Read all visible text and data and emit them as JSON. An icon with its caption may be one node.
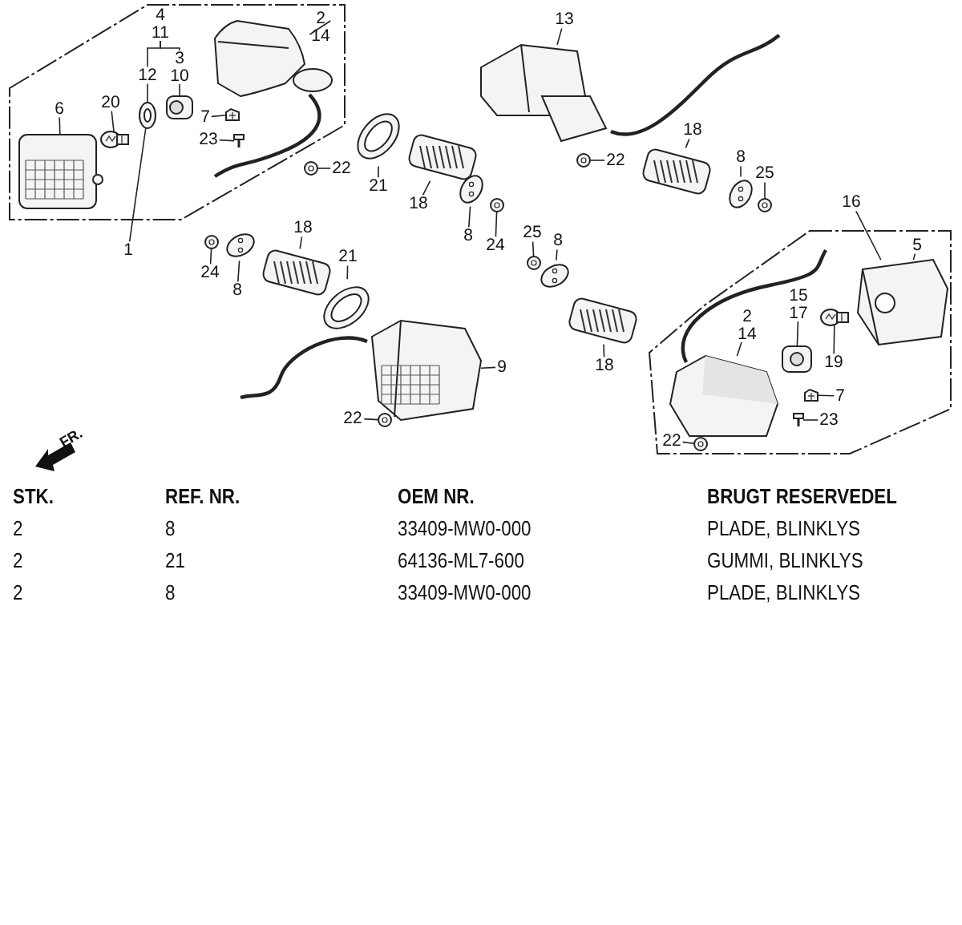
{
  "diagram": {
    "nodes": [
      {
        "text": [
          "4",
          "11"
        ],
        "in": 69
      },
      {
        "text": [
          "12"
        ],
        "in": 69
      },
      {
        "text": [
          "3",
          "10"
        ],
        "in": 69
      },
      {
        "text": [
          "2",
          "14"
        ],
        "in": 69
      },
      {
        "text": [
          "6"
        ],
        "in": 69
      },
      {
        "text": [
          "20"
        ],
        "in": 69
      },
      {
        "text": [
          "7"
        ],
        "in": 69
      },
      {
        "text": [
          "23"
        ],
        "in": 69
      },
      {
        "text": [
          "1"
        ]
      },
      {
        "text": [
          "22"
        ]
      },
      {
        "text": [
          "21"
        ]
      },
      {
        "text": [
          "18"
        ]
      },
      {
        "text": [
          "8"
        ]
      },
      {
        "text": [
          "24"
        ]
      },
      {
        "text": [
          "13"
        ]
      },
      {
        "text": [
          "22"
        ]
      },
      {
        "text": [
          "18"
        ]
      },
      {
        "text": [
          "8"
        ]
      },
      {
        "text": [
          "25"
        ]
      },
      {
        "text": [
          "18"
        ]
      },
      {
        "text": [
          "24"
        ]
      },
      {
        "text": [
          "8"
        ]
      },
      {
        "text": [
          "21"
        ]
      },
      {
        "text": [
          "9"
        ]
      },
      {
        "text": [
          "22"
        ]
      },
      {
        "text": [
          "25"
        ]
      },
      {
        "text": [
          "8"
        ]
      },
      {
        "text": [
          "18"
        ]
      },
      {
        "text": [
          "16"
        ]
      },
      {
        "text": [
          "5"
        ],
        "in": 70
      },
      {
        "text": [
          "15",
          "17"
        ],
        "in": 70
      },
      {
        "text": [
          "2",
          "14"
        ],
        "in": 70
      },
      {
        "text": [
          "19"
        ],
        "in": 70
      },
      {
        "text": [
          "7"
        ],
        "in": 70
      },
      {
        "text": [
          "23"
        ],
        "in": 70
      },
      {
        "text": [
          "22"
        ],
        "in": 70
      },
      {
        "text": [],
        "shape": "picture",
        "in": 69
      },
      {
        "text": [],
        "shape": "picture",
        "in": 69
      },
      {
        "text": [],
        "shape": "picture",
        "in": 69
      },
      {
        "text": [],
        "shape": "picture",
        "in": 69
      },
      {
        "text": [],
        "shape": "picture",
        "in": 69
      },
      {
        "text": [],
        "shape": "picture",
        "in": 69
      },
      {
        "text": [],
        "shape": "picture",
        "in": 69
      },
      {
        "text": [],
        "shape": "picture"
      },
      {
        "text": [],
        "shape": "picture"
      },
      {
        "text": [],
        "shape": "picture"
      },
      {
        "text": [],
        "shape": "picture"
      },
      {
        "text": [],
        "shape": "picture"
      },
      {
        "text": [],
        "shape": "picture"
      },
      {
        "text": [],
        "shape": "picture"
      },
      {
        "text": [],
        "shape": "picture"
      },
      {
        "text": [],
        "shape": "picture"
      },
      {
        "text": [],
        "shape": "picture"
      },
      {
        "text": [],
        "shape": "picture"
      },
      {
        "text": [],
        "shape": "picture"
      },
      {
        "text": [],
        "shape": "picture"
      },
      {
        "text": [],
        "shape": "picture"
      },
      {
        "text": [],
        "shape": "picture"
      },
      {
        "text": [],
        "shape": "picture"
      },
      {
        "text": [],
        "shape": "picture"
      },
      {
        "text": [],
        "shape": "picture"
      },
      {
        "text": [],
        "shape": "picture"
      },
      {
        "text": [],
        "shape": "picture",
        "in": 70
      },
      {
        "text": [],
        "shape": "picture",
        "in": 70
      },
      {
        "text": [],
        "shape": "picture",
        "in": 70
      },
      {
        "text": [],
        "shape": "picture",
        "in": 70
      },
      {
        "text": [],
        "shape": "picture",
        "in": 70
      },
      {
        "text": [],
        "shape": "picture",
        "in": 70
      },
      {
        "text": [],
        "shape": "picture",
        "in": 70
      },
      {
        "text": [],
        "shape": "box"
      },
      {
        "text": [],
        "shape": "box"
      }
    ],
    "edges": [
      {
        "from": 0,
        "to": 1,
        "arrow": "none"
      },
      {
        "from": 0,
        "to": 2,
        "arrow": "none"
      },
      {
        "from": 1,
        "to": 36,
        "arrow": "none"
      },
      {
        "from": 2,
        "to": 37,
        "arrow": "none"
      },
      {
        "from": 3,
        "to": 38,
        "arrow": "none"
      },
      {
        "from": 4,
        "to": 39,
        "arrow": "none"
      },
      {
        "from": 5,
        "to": 40,
        "arrow": "none"
      },
      {
        "from": 6,
        "to": 41,
        "arrow": "none"
      },
      {
        "from": 7,
        "to": 42,
        "arrow": "none"
      },
      {
        "from": 8,
        "to": 69,
        "arrow": "none"
      },
      {
        "from": 9,
        "to": 43,
        "arrow": "none"
      },
      {
        "from": 10,
        "to": 44,
        "arrow": "none"
      },
      {
        "from": 11,
        "to": 45,
        "arrow": "none"
      },
      {
        "from": 12,
        "to": 46,
        "arrow": "none"
      },
      {
        "from": 13,
        "to": 47,
        "arrow": "none"
      },
      {
        "from": 14,
        "to": 48,
        "arrow": "none"
      },
      {
        "from": 15,
        "to": 49,
        "arrow": "none"
      },
      {
        "from": 16,
        "to": 50,
        "arrow": "none"
      },
      {
        "from": 17,
        "to": 51,
        "arrow": "none"
      },
      {
        "from": 18,
        "to": 52,
        "arrow": "none"
      },
      {
        "from": 19,
        "to": 53,
        "arrow": "none"
      },
      {
        "from": 20,
        "to": 54,
        "arrow": "none"
      },
      {
        "from": 21,
        "to": 55,
        "arrow": "none"
      },
      {
        "from": 22,
        "to": 56,
        "arrow": "none"
      },
      {
        "from": 23,
        "to": 57,
        "arrow": "none"
      },
      {
        "from": 24,
        "to": 58,
        "arrow": "none"
      },
      {
        "from": 25,
        "to": 59,
        "arrow": "none"
      },
      {
        "from": 26,
        "to": 60,
        "arrow": "none"
      },
      {
        "from": 27,
        "to": 61,
        "arrow": "none"
      },
      {
        "from": 28,
        "to": 70,
        "arrow": "none"
      },
      {
        "from": 29,
        "to": 62,
        "arrow": "none"
      },
      {
        "from": 30,
        "to": 63,
        "arrow": "none"
      },
      {
        "from": 31,
        "to": 64,
        "arrow": "none"
      },
      {
        "from": 32,
        "to": 65,
        "arrow": "none"
      },
      {
        "from": 33,
        "to": 66,
        "arrow": "none"
      },
      {
        "from": 34,
        "to": 67,
        "arrow": "none"
      },
      {
        "from": 35,
        "to": 68,
        "arrow": "none"
      }
    ],
    "labels": [
      "FR.",
      "STK.",
      "REF. NR.",
      "OEM NR.",
      "BRUGT RESERVEDEL",
      "2",
      "8",
      "33409-MW0-000",
      "PLADE, BLINKLYS",
      "2",
      "21",
      "64136-ML7-600",
      "GUMMI, BLINKLYS",
      "2",
      "8",
      "33409-MW0-000",
      "PLADE, BLINKLYS"
    ]
  }
}
